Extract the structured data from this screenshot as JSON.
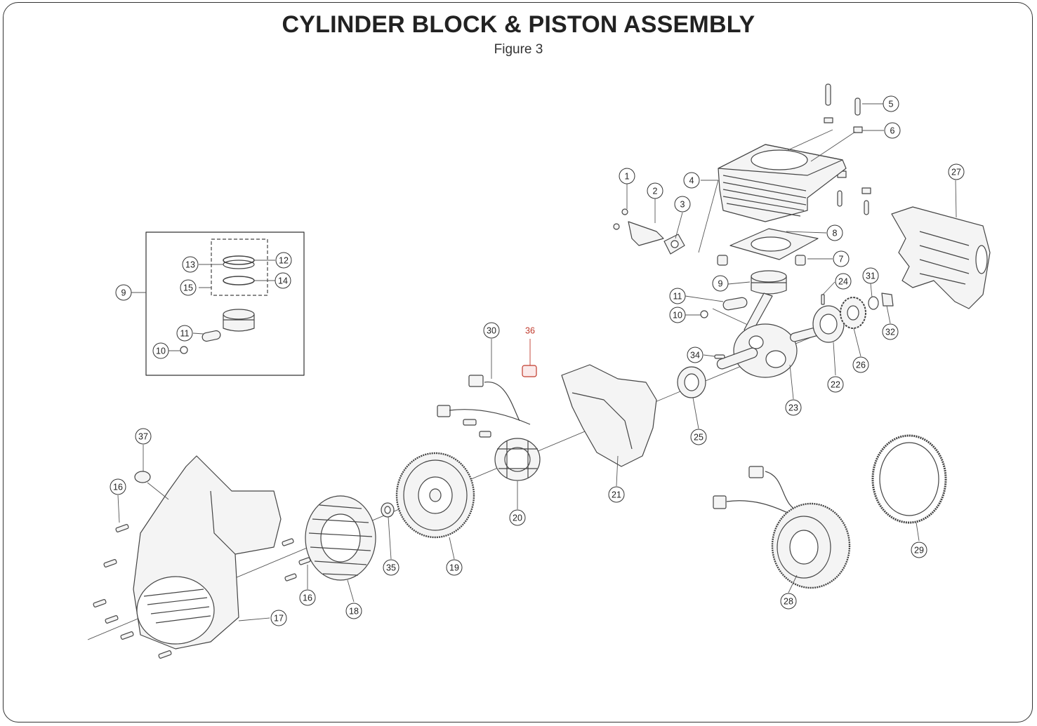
{
  "title": "CYLINDER BLOCK & PISTON ASSEMBLY",
  "subtitle": "Figure 3",
  "colors": {
    "line": "#333333",
    "part_fill": "#f4f4f4",
    "part_stroke": "#444444",
    "callout_normal": "#222222",
    "callout_highlight": "#c0392b"
  },
  "callouts": [
    {
      "label": "1"
    },
    {
      "label": "2"
    },
    {
      "label": "3"
    },
    {
      "label": "4"
    },
    {
      "label": "5"
    },
    {
      "label": "6"
    },
    {
      "label": "7"
    },
    {
      "label": "8"
    },
    {
      "label": "9"
    },
    {
      "label": "10"
    },
    {
      "label": "11"
    },
    {
      "label": "24"
    },
    {
      "label": "31"
    },
    {
      "label": "32"
    },
    {
      "label": "27"
    },
    {
      "label": "26"
    },
    {
      "label": "22"
    },
    {
      "label": "23"
    },
    {
      "label": "34"
    },
    {
      "label": "25"
    },
    {
      "label": "30"
    },
    {
      "label": "36",
      "highlight": true
    },
    {
      "label": "21"
    },
    {
      "label": "20"
    },
    {
      "label": "19"
    },
    {
      "label": "35"
    },
    {
      "label": "18"
    },
    {
      "label": "37"
    },
    {
      "label": "16"
    },
    {
      "label": "16"
    },
    {
      "label": "17"
    },
    {
      "label": "28"
    },
    {
      "label": "29"
    },
    {
      "label": "9"
    },
    {
      "label": "13"
    },
    {
      "label": "12"
    },
    {
      "label": "15"
    },
    {
      "label": "14"
    },
    {
      "label": "11"
    },
    {
      "label": "10"
    }
  ]
}
